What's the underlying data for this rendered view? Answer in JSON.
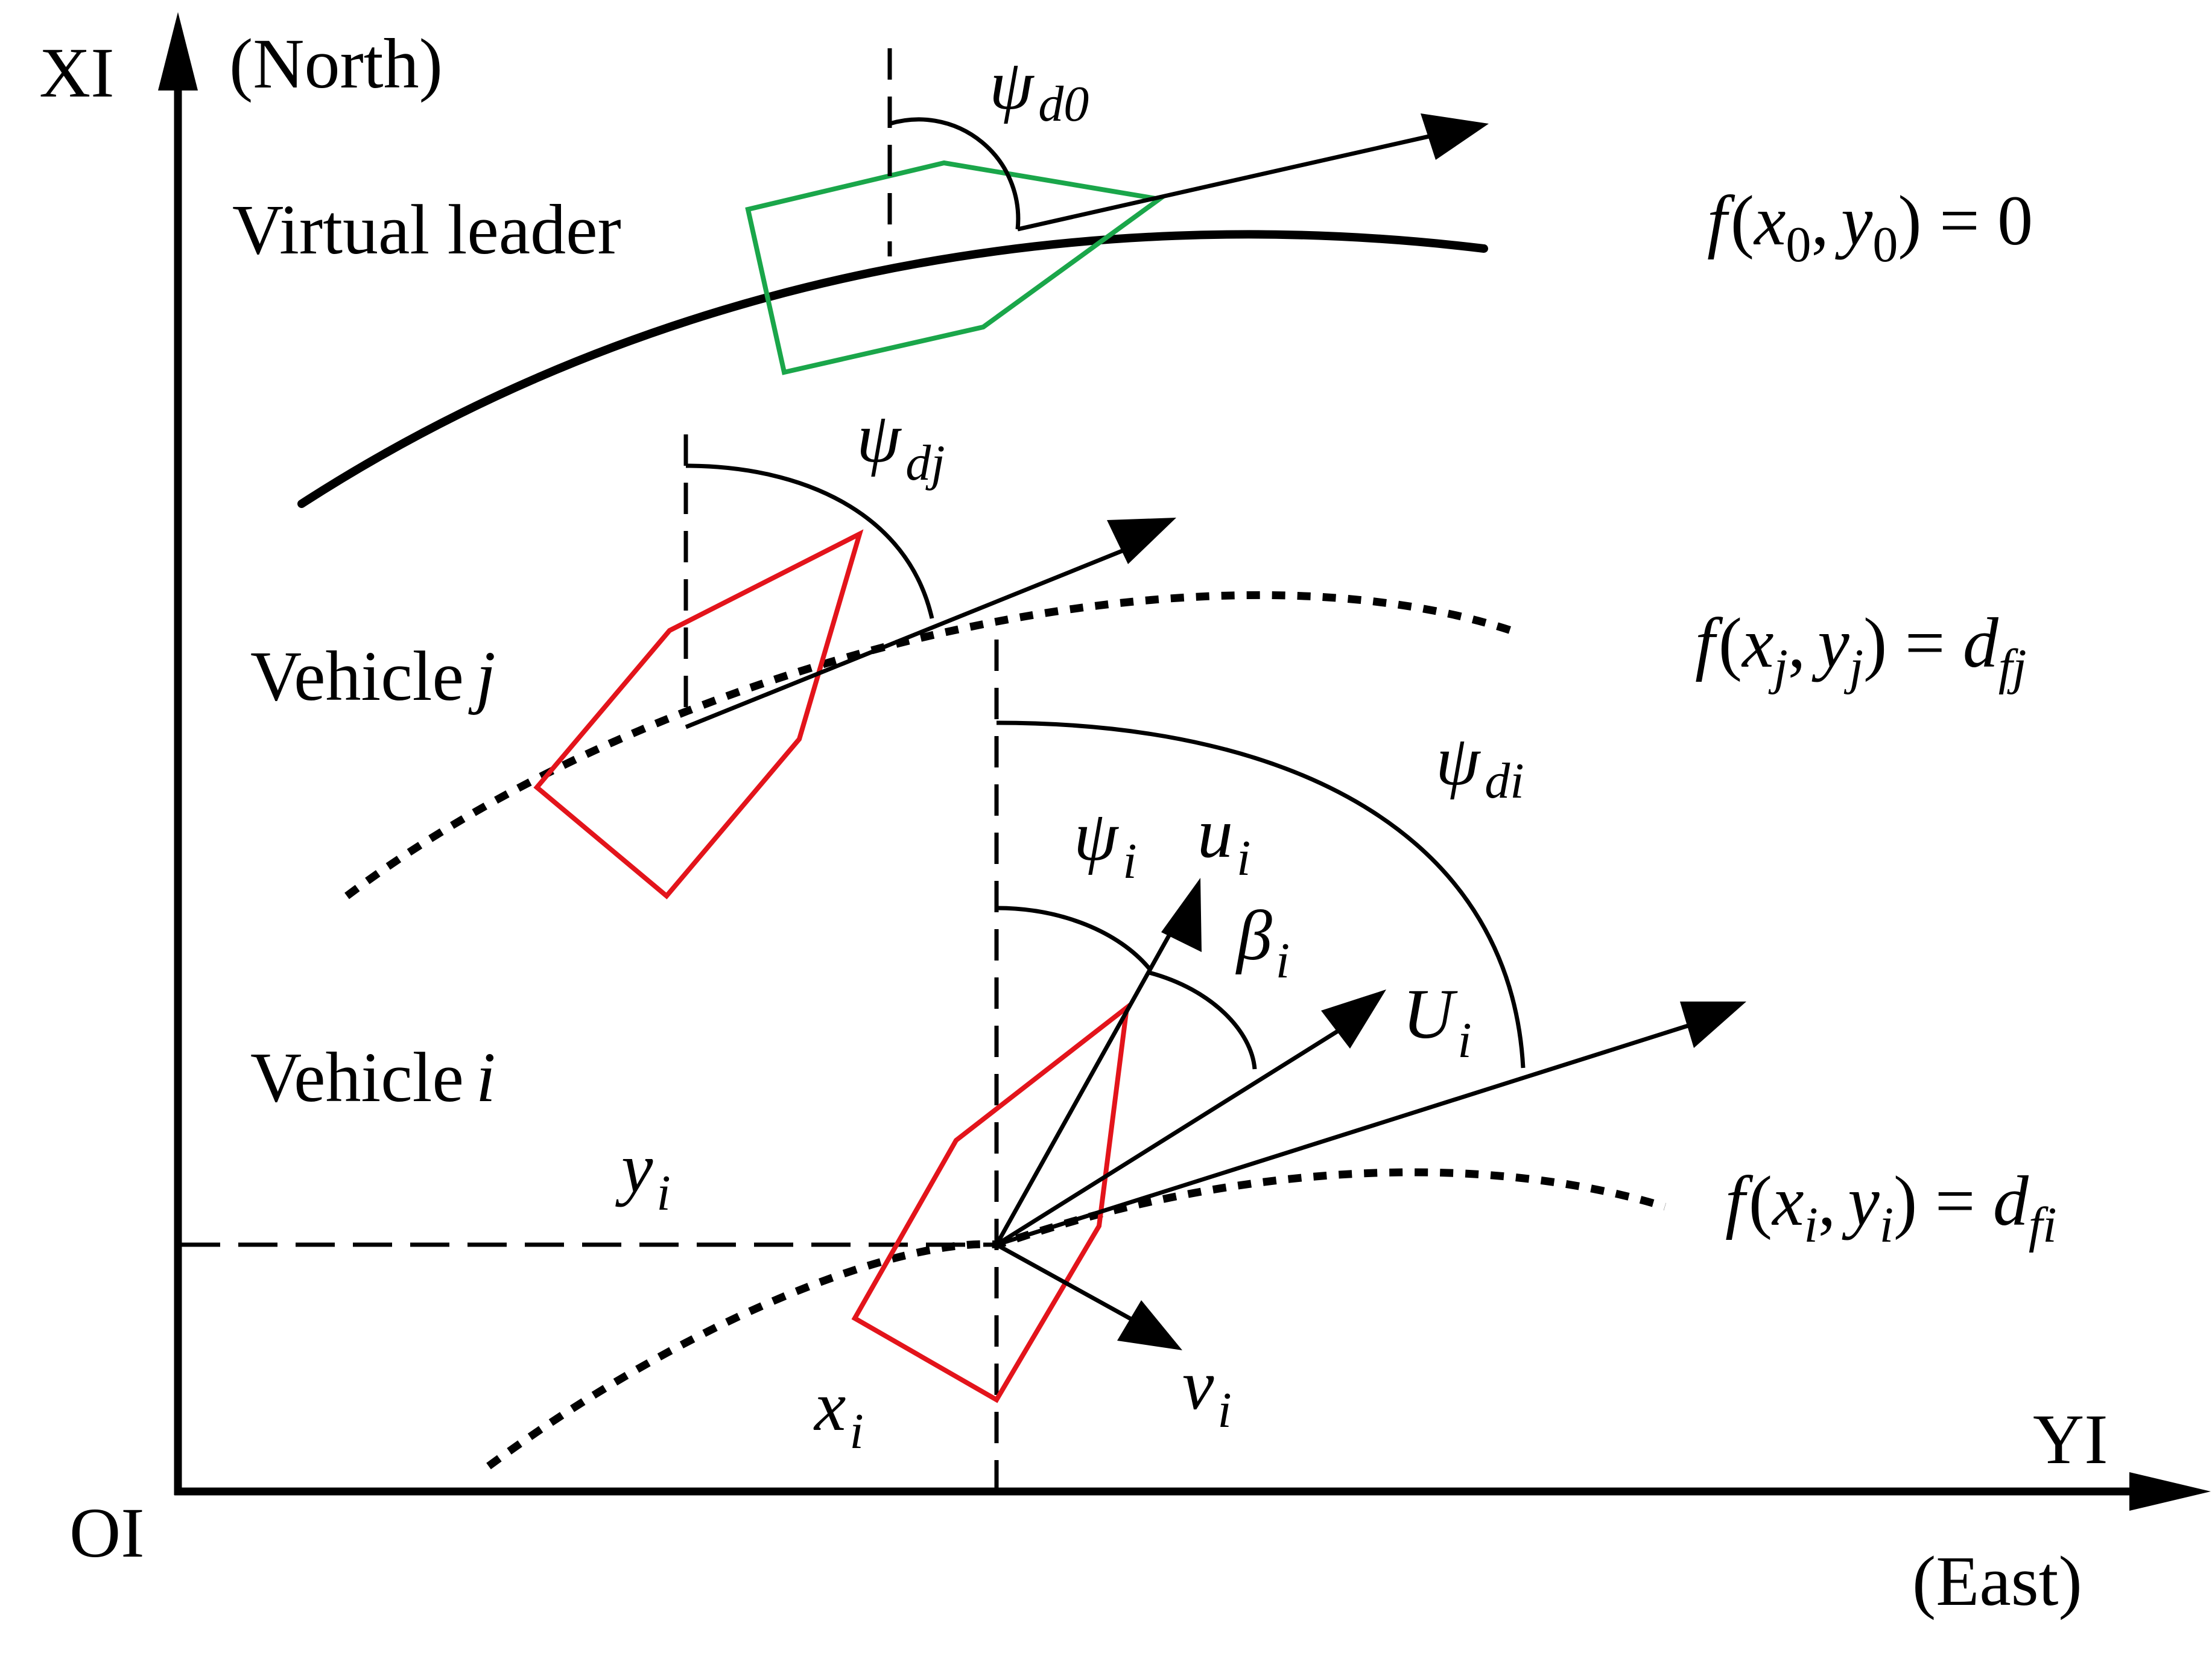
{
  "axes": {
    "vertical_label": "XI",
    "north_label": "(North)",
    "horizontal_label": "YI",
    "east_label": "(East)",
    "origin_label": "OI"
  },
  "labels": {
    "virtual_leader": "Virtual leader",
    "vehicle_j_word": "Vehicle",
    "vehicle_j_index": "j",
    "vehicle_i_word": "Vehicle",
    "vehicle_i_index": "i"
  },
  "symbols": {
    "psi": "ψ",
    "beta": "β",
    "u": "u",
    "U": "U",
    "v": "v",
    "x": "x",
    "y": "y",
    "sub_d0": "d0",
    "sub_dj": "dj",
    "sub_di": "di",
    "sub_i": "i"
  },
  "equations": {
    "leader": {
      "f": "f",
      "open": "(",
      "x": "x",
      "xs": "0",
      "comma": ",",
      "y": "y",
      "ys": "0",
      "rest": ") = 0",
      "d": "",
      "ds": ""
    },
    "vehicle_j": {
      "f": "f",
      "open": "(",
      "x": "x",
      "xs": "j",
      "comma": ",",
      "y": "y",
      "ys": "j",
      "rest": ") = ",
      "d": "d",
      "ds": "fj"
    },
    "vehicle_i": {
      "f": "f",
      "open": "(",
      "x": "x",
      "xs": "i",
      "comma": ",",
      "y": "y",
      "ys": "i",
      "rest": ") = ",
      "d": "d",
      "ds": "fi"
    }
  },
  "colors": {
    "leader_hull": "#1aa64a",
    "follower_hull": "#e3141b",
    "lines": "#000000"
  }
}
